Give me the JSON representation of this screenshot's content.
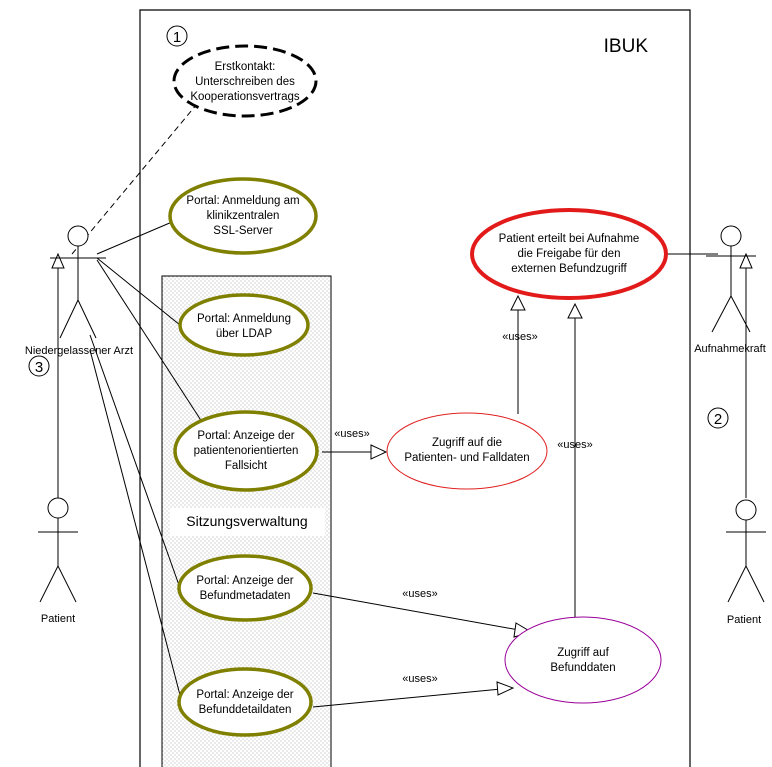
{
  "system": {
    "name": "IBUK"
  },
  "session_box": {
    "label": "Sitzungsverwaltung"
  },
  "step_numbers": [
    "1",
    "2",
    "3"
  ],
  "actors": {
    "arzt": "Niedergelassener Arzt",
    "patient_left": "Patient",
    "aufnahmekraft": "Aufnahmekraft",
    "patient_right": "Patient"
  },
  "use_cases": {
    "erstkontakt": [
      "Erstkontakt:",
      "Unterschreiben des",
      "Kooperationsvertrags"
    ],
    "ssl": [
      "Portal: Anmeldung am",
      "klinikzentralen",
      "SSL-Server"
    ],
    "ldap": [
      "Portal: Anmeldung",
      "über LDAP"
    ],
    "fallsicht": [
      "Portal: Anzeige der",
      "patientenorientierten",
      "Fallsicht"
    ],
    "metadaten": [
      "Portal: Anzeige der",
      "Befundmetadaten"
    ],
    "detaildaten": [
      "Portal: Anzeige der",
      "Befunddetaildaten"
    ],
    "freigabe": [
      "Patient erteilt bei Aufnahme",
      "die Freigabe für den",
      "externen Befundzugriff"
    ],
    "zugriff_falldaten": [
      "Zugriff auf die",
      "Patienten- und Falldaten"
    ],
    "zugriff_befund": [
      "Zugriff auf",
      "Befunddaten"
    ]
  },
  "relations": {
    "uses": "«uses»"
  },
  "colors": {
    "olive": "#7f7f00",
    "red_bold": "#e21a1a",
    "red_thin": "#e02020",
    "purple": "#990099",
    "black": "#000000"
  }
}
